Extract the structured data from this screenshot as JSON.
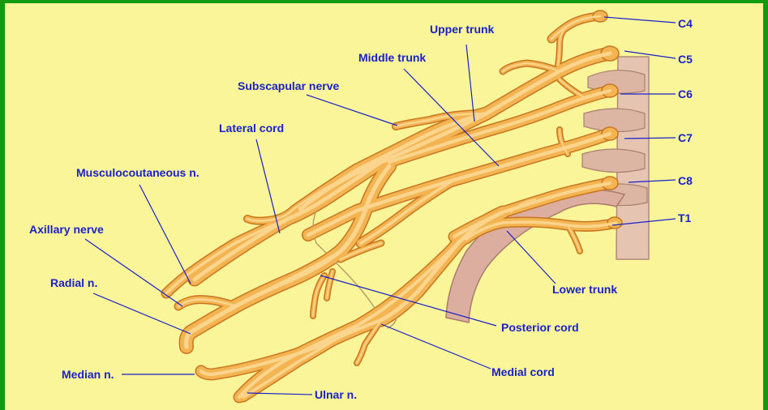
{
  "colors": {
    "border": "#129a12",
    "background": "#fbf59a",
    "label": "#1a22c8",
    "nerve": "#f3b451",
    "nerve_outline": "#c8761f",
    "bone": "#e3bfae"
  },
  "labels": {
    "c4": "C4",
    "c5": "C5",
    "c6": "C6",
    "c7": "C7",
    "c8": "C8",
    "t1": "T1",
    "upper_trunk": "Upper trunk",
    "middle_trunk": "Middle trunk",
    "subscapular_nerve": "Subscapular nerve",
    "lateral_cord": "Lateral cord",
    "musculocutaneous": "Musculocoutaneous n.",
    "axillary_nerve": "Axillary nerve",
    "radial": "Radial n.",
    "median": "Median n.",
    "ulnar": "Ulnar n.",
    "lower_trunk": "Lower trunk",
    "posterior_cord": "Posterior cord",
    "medial_cord": "Medial cord"
  }
}
